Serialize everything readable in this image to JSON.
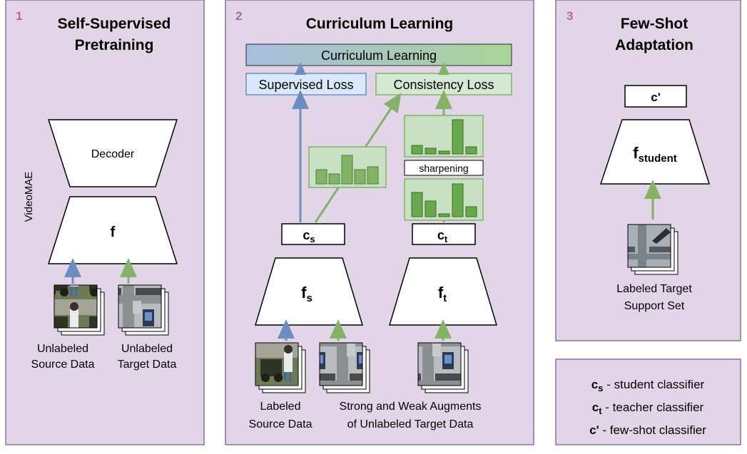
{
  "panel1": {
    "number": "1",
    "title_line1": "Self-Supervised",
    "title_line2": "Pretraining",
    "side_label": "VideoMAE",
    "decoder_label": "Decoder",
    "encoder_label": "f",
    "source_label_line1": "Unlabeled",
    "source_label_line2": "Source Data",
    "target_label_line1": "Unlabeled",
    "target_label_line2": "Target Data"
  },
  "panel2": {
    "number": "2",
    "title": "Curriculum Learning",
    "curriculum_box": "Curriculum Learning",
    "supervised_loss": "Supervised Loss",
    "consistency_loss": "Consistency Loss",
    "sharpening": "sharpening",
    "cs_main": "c",
    "cs_sub": "s",
    "ct_main": "c",
    "ct_sub": "t",
    "fs_main": "f",
    "fs_sub": "s",
    "ft_main": "f",
    "ft_sub": "t",
    "labeled_source_line1": "Labeled",
    "labeled_source_line2": "Source Data",
    "augments_line1": "Strong and Weak Augments",
    "augments_line2": "of Unlabeled Target Data"
  },
  "panel3": {
    "number": "3",
    "title_line1": "Few-Shot",
    "title_line2": "Adaptation",
    "cprime": "c'",
    "fstudent_main": "f",
    "fstudent_sub": "student",
    "support_line1": "Labeled Target",
    "support_line2": "Support Set"
  },
  "legend": {
    "cs_main": "c",
    "cs_sub": "s",
    "cs_desc": " - student classifier",
    "ct_main": "c",
    "ct_sub": "t",
    "ct_desc": " - teacher classifier",
    "cp_main": "c'",
    "cp_desc": " - few-shot classifier"
  },
  "colors": {
    "panel_fill": "#e2d5e8",
    "panel_border": "#8e6fa3",
    "panel_number": "#b565a7",
    "blue_arrow": "#6c8ebf",
    "green_arrow": "#82b366",
    "blue_box": "#dae8fc",
    "green_box": "#d5e8d4",
    "hist_fill": "#6aa84f"
  }
}
